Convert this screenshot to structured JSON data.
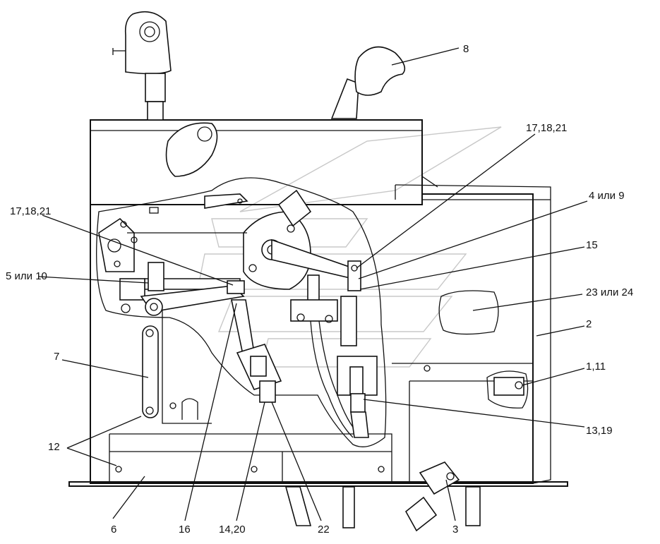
{
  "figure": {
    "callouts": [
      {
        "id": "c8",
        "text": "8"
      },
      {
        "id": "c17a",
        "text": "17,18,21"
      },
      {
        "id": "c17b",
        "text": "17,18,21"
      },
      {
        "id": "c4",
        "text": "4 или 9"
      },
      {
        "id": "c5",
        "text": "5 или 10"
      },
      {
        "id": "c15",
        "text": "15"
      },
      {
        "id": "c23",
        "text": "23 или 24"
      },
      {
        "id": "c2",
        "text": "2"
      },
      {
        "id": "c7",
        "text": "7"
      },
      {
        "id": "c1",
        "text": "1,11"
      },
      {
        "id": "c13",
        "text": "13,19"
      },
      {
        "id": "c12",
        "text": "12"
      },
      {
        "id": "c6",
        "text": "6"
      },
      {
        "id": "c16",
        "text": "16"
      },
      {
        "id": "c14",
        "text": "14,20"
      },
      {
        "id": "c22",
        "text": "22"
      },
      {
        "id": "c3",
        "text": "3"
      }
    ]
  }
}
